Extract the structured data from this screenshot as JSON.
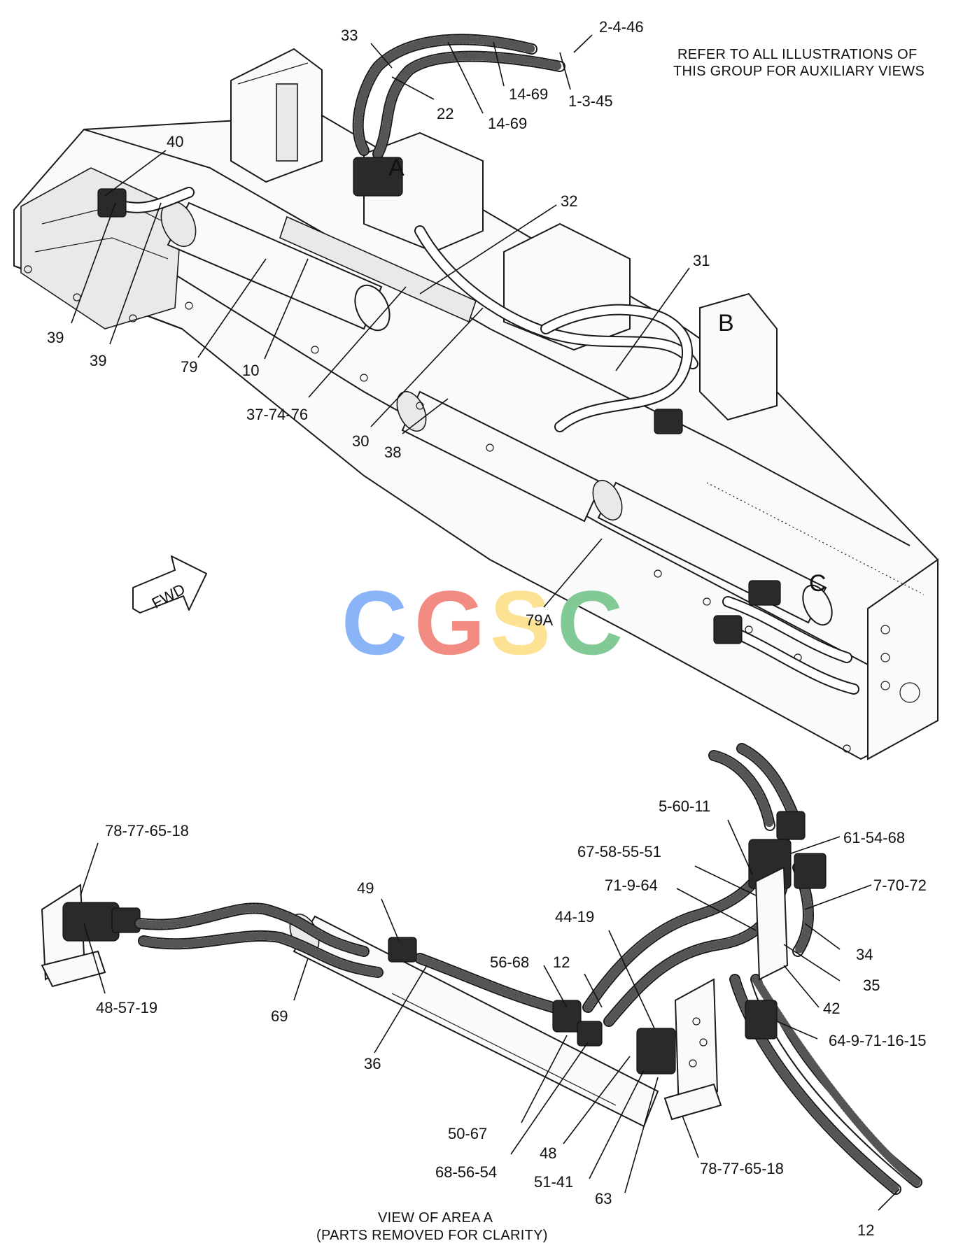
{
  "notes": {
    "refer_line1": "REFER TO ALL ILLUSTRATIONS OF",
    "refer_line2": "THIS GROUP FOR AUXILIARY VIEWS",
    "view_line1": "VIEW OF AREA A",
    "view_line2": "(PARTS REMOVED FOR CLARITY)"
  },
  "fwd_label": "FWD",
  "watermark": {
    "text": "CGSC",
    "letters": [
      {
        "char": "C",
        "color": "#8ab4f8"
      },
      {
        "char": "G",
        "color": "#f28b82"
      },
      {
        "char": "S",
        "color": "#fde293"
      },
      {
        "char": "C",
        "color": "#81c995"
      }
    ]
  },
  "area_labels": [
    "A",
    "B",
    "C"
  ],
  "callouts_upper": [
    "33",
    "2-4-46",
    "22",
    "14-69",
    "14-69",
    "1-3-45",
    "40",
    "32",
    "31",
    "39",
    "39",
    "79",
    "10",
    "37-74-76",
    "30",
    "38",
    "79A"
  ],
  "callouts_lower": [
    "78-77-65-18",
    "48-57-19",
    "49",
    "69",
    "36",
    "56-68",
    "12",
    "44-19",
    "5-60-11",
    "61-54-68",
    "67-58-55-51",
    "71-9-64",
    "7-70-72",
    "34",
    "35",
    "42",
    "64-9-71-16-15",
    "50-67",
    "68-56-54",
    "48",
    "51-41",
    "63",
    "78-77-65-18",
    "12"
  ]
}
